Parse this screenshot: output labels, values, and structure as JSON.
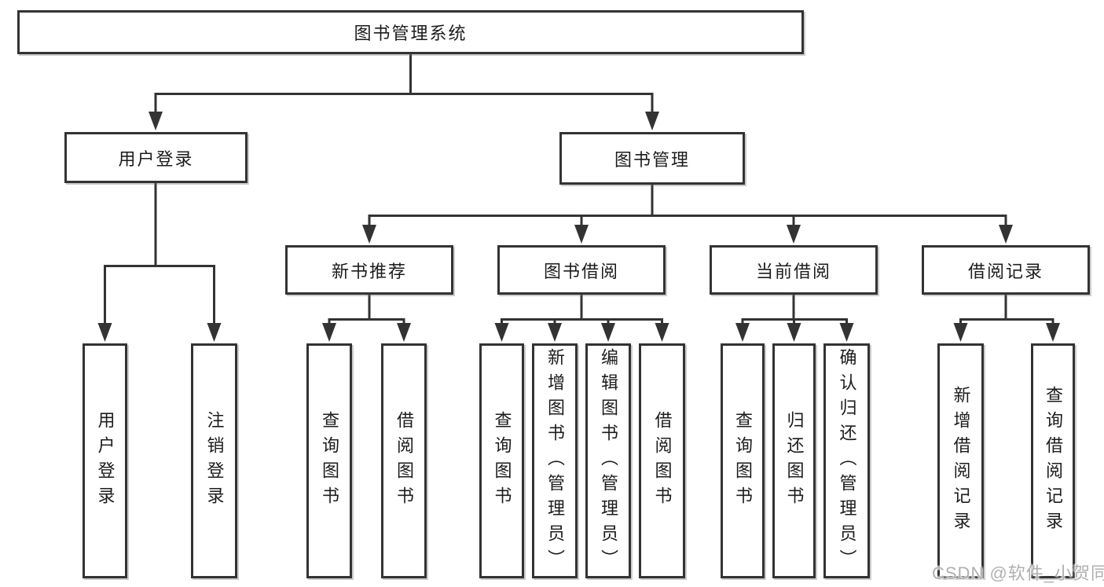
{
  "diagram": {
    "root": "图书管理系统",
    "level2": {
      "user_login": "用户登录",
      "book_mgmt": "图书管理"
    },
    "level3": {
      "new_books": "新书推荐",
      "book_borrow": "图书借阅",
      "current_borrow": "当前借阅",
      "borrow_records": "借阅记录"
    },
    "leaves": {
      "user": [
        "用户登录",
        "注销登录"
      ],
      "recommend": [
        "查询图书",
        "借阅图书"
      ],
      "borrow": [
        "查询图书",
        "新增图书（管理员）",
        "编辑图书（管理员）",
        "借阅图书"
      ],
      "current": [
        "查询图书",
        "归还图书",
        "确认归还（管理员）"
      ],
      "records": [
        "新增借阅记录",
        "查询借阅记录"
      ]
    },
    "watermark": "CSDN @软件_小贺同学",
    "colors": {
      "line": "#333333",
      "text": "#1c1c1c",
      "watermark": "#b0b0b0",
      "background": "#ffffff"
    }
  }
}
